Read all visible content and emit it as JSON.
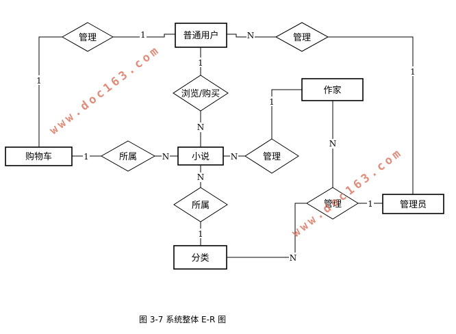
{
  "entities": {
    "ordinary_user": "普通用户",
    "author": "作家",
    "shopping_cart": "购物车",
    "novel": "小说",
    "category": "分类",
    "administrator": "管理员"
  },
  "relationships": {
    "manage_cart": "管理",
    "manage_user": "管理",
    "browse_buy": "浏览/购买",
    "belong_cart": "所属",
    "manage_author": "管理",
    "belong_category": "所属",
    "manage_admin": "管理"
  },
  "cardinalities": {
    "user_to_manage_cart": "1",
    "cart_to_manage_cart": "1",
    "user_to_manage_user": "N",
    "admin_to_manage_user": "1",
    "user_to_browse": "1",
    "novel_to_browse": "N",
    "cart_to_belong": "1",
    "novel_to_belong_cart": "N",
    "novel_to_manage_author": "N",
    "author_to_manage_author": "1",
    "novel_to_belong_category": "N",
    "category_to_belong": "1",
    "author_to_manage_admin": "N",
    "admin_to_manage_admin": "1",
    "category_to_manage_admin": "N"
  },
  "watermarks": [
    "www.doc163.com",
    "www.doc163.com"
  ],
  "caption": "图 3-7 系统整体 E-R 图"
}
